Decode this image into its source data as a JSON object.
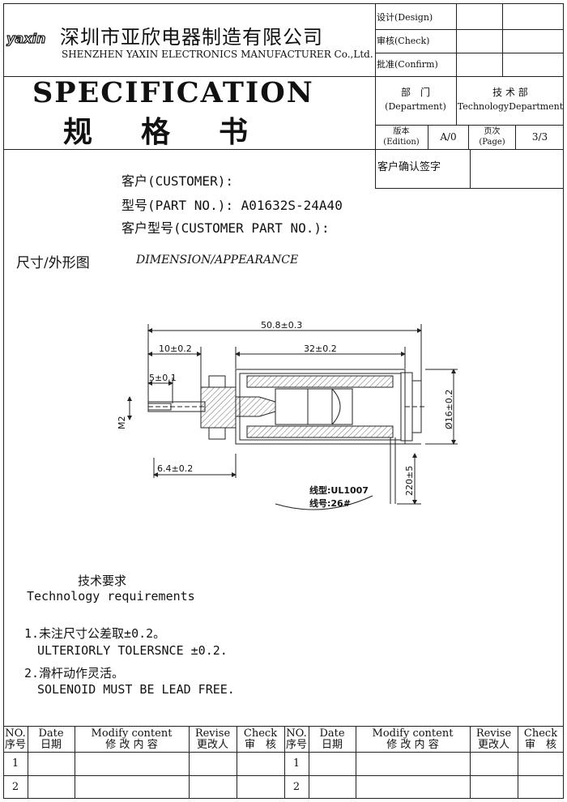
{
  "header": {
    "logo_text": "yaxin",
    "company_cn": "深圳市亚欣电器制造有限公司",
    "company_en": "SHENZHEN YAXIN ELECTRONICS MANUFACTURER Co.,Ltd.",
    "design_label": "设计(Design)",
    "check_label": "审核(Check)",
    "confirm_label": "批准(Confirm)"
  },
  "title": {
    "spec_en": "SPECIFICATION",
    "spec_cn": "规格书"
  },
  "dept": {
    "dept_cn": "部　门",
    "dept_en": "(Department)",
    "tech_cn": "技 术 部",
    "tech_en": "TechnologyDepartment",
    "edition_cn": "版本",
    "edition_en": "(Edition)",
    "edition_value": "A/0",
    "page_cn": "页次",
    "page_en": "(Page)",
    "page_value": "3/3",
    "customer_sign": "客户确认签字"
  },
  "info": {
    "customer": "客户(CUSTOMER):",
    "part_no": "型号(PART NO.): A01632S-24A40",
    "customer_part": "客户型号(CUSTOMER PART NO.):"
  },
  "section": {
    "dim_cn": "尺寸/外形图",
    "dim_en": "DIMENSION/APPEARANCE"
  },
  "drawing": {
    "total_length": "50.8±0.3",
    "shaft_length": "10±0.2",
    "body_length": "32±0.2",
    "tip_length": "5±0.1",
    "thread": "M2",
    "flange_offset": "6.4±0.2",
    "diameter": "Ø16±0.2",
    "lead_length": "220±5",
    "wire_type": "线型:UL1007",
    "wire_gauge": "线号:26#"
  },
  "requirements": {
    "title_cn": "技术要求",
    "title_en": "Technology  requirements",
    "item1_cn": "1.未注尺寸公差取±0.2。",
    "item1_en": "ULTERIORLY TOLERSNCE ±0.2.",
    "item2_cn": "2.滑杆动作灵活。",
    "item2_en": "SOLENOID MUST BE LEAD FREE."
  },
  "revision": {
    "headers": [
      {
        "en": "NO.",
        "cn": "序号"
      },
      {
        "en": "Date",
        "cn": "日期"
      },
      {
        "en": "Modify content",
        "cn": "修 改 内 容"
      },
      {
        "en": "Revise",
        "cn": "更改人"
      },
      {
        "en": "Check",
        "cn": "审　核"
      }
    ],
    "rows": [
      "1",
      "2"
    ]
  }
}
